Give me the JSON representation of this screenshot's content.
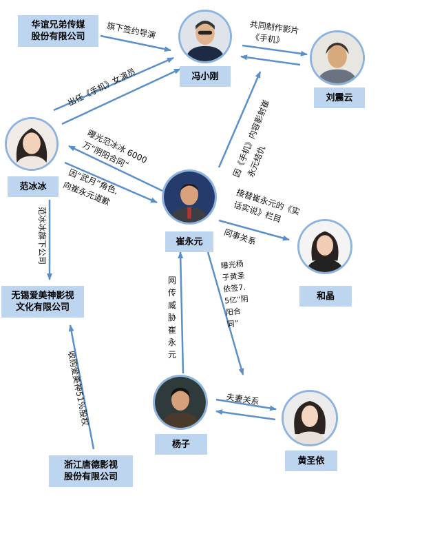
{
  "colors": {
    "arrow": "#5b8fc9",
    "box": "#bdd5ee",
    "ring": "#8db3df"
  },
  "nodes": {
    "huayi": "华谊兄弟传媒\n股份有限公司",
    "feng": "冯小刚",
    "liu": "刘震云",
    "fan": "范冰冰",
    "cui": "崔永元",
    "he": "和晶",
    "wuxi": "无锡爱美神影视\n文化有限公司",
    "yang": "杨子",
    "huang": "黄圣依",
    "tangde": "浙江唐德影视\n股份有限公司"
  },
  "edges": {
    "huayi_feng": "旗下签约导演",
    "feng_liu_1": "共同制作影片",
    "feng_liu_2": "《手机》",
    "fan_feng": "出任《手机》女演员",
    "cui_fan_1": "曝光范冰冰 6000",
    "cui_fan_2": "万“阴阳合同”",
    "fan_cui_1": "因“武月”角色,",
    "fan_cui_2": "向崔永元道歉",
    "cui_feng_1": "因《手机》内容影射崔",
    "cui_feng_2": "永元结仇",
    "cui_he_1": "接替崔永元的《实",
    "cui_he_2": "话实说》栏目",
    "cui_he_3": "同事关系",
    "fan_wuxi": "范冰冰旗下公司",
    "yang_cui": "网传威胁崔永元",
    "cui_huang": "曝光杨子黄圣依签7.5亿“阴阳合同”",
    "yang_huang": "夫妻关系",
    "tangde_wuxi": "收购爱美神51%股权"
  }
}
